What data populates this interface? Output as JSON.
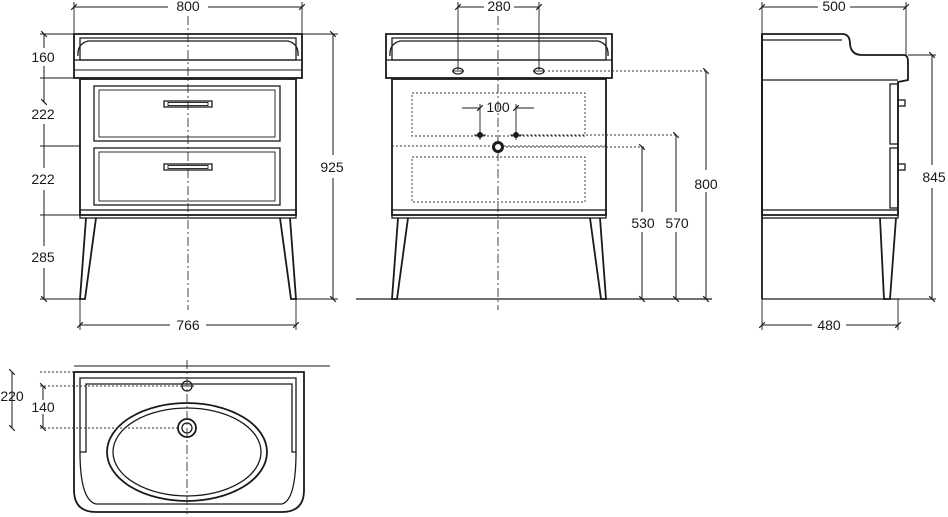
{
  "drawing": {
    "front_view": {
      "overall_width": "800",
      "inner_width": "766",
      "top_height": "160",
      "drawer1_height": "222",
      "drawer2_height": "222",
      "leg_height": "285",
      "total_height": "925"
    },
    "rear_view": {
      "hole_spacing": "280",
      "tap_spacing": "100",
      "height_530": "530",
      "height_570": "570",
      "height_800": "800"
    },
    "side_view": {
      "depth_top": "500",
      "depth_bottom": "480",
      "height": "845"
    },
    "top_view": {
      "depth_220": "220",
      "depth_140": "140"
    }
  }
}
